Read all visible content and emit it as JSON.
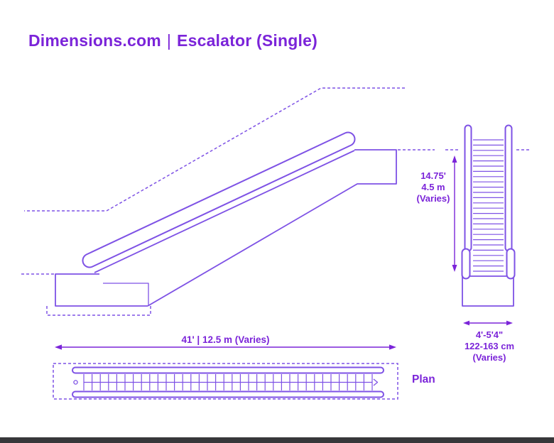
{
  "title": {
    "brand": "Dimensions.com",
    "separator": "|",
    "item": "Escalator (Single)"
  },
  "colors": {
    "accent_text": "#7B24D9",
    "line": "#7E52E5",
    "background": "#FFFFFF",
    "window_edge": "#37373A"
  },
  "dims": {
    "length": "41' | 12.5 m (Varies)",
    "height": [
      "14.75'",
      "4.5 m",
      "(Varies)"
    ],
    "width": [
      "4'-5'4\"",
      "122-163 cm",
      "(Varies)"
    ]
  },
  "labels": {
    "plan": "Plan"
  }
}
